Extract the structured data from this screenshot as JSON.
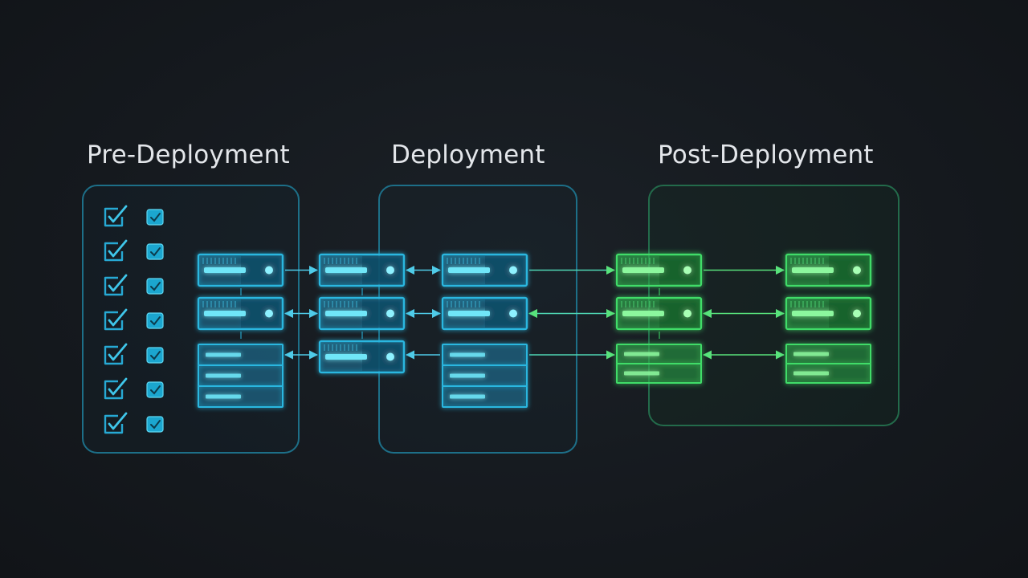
{
  "phases": [
    {
      "title": "Pre-Deployment"
    },
    {
      "title": "Deployment"
    },
    {
      "title": "Post-Deployment"
    }
  ],
  "colors": {
    "background": "#15191e",
    "title_text": "#e3e6ea",
    "deploy_accent": "#29b7e0",
    "deploy_bright": "#5ee4f7",
    "post_accent": "#3fdc67",
    "post_bright": "#8cf79e",
    "box_border_blue": "#1f6f8a",
    "box_border_green": "#2a7a55"
  },
  "diagram": {
    "checklist_items": 7,
    "groups": [
      {
        "id": "pre",
        "color": "blue"
      },
      {
        "id": "deploy",
        "color": "blue"
      },
      {
        "id": "post",
        "color": "green"
      }
    ],
    "columns": [
      {
        "id": "col1",
        "color": "blue",
        "nodes": [
          "server",
          "server",
          "stack"
        ]
      },
      {
        "id": "col2",
        "color": "blue",
        "nodes": [
          "server",
          "server",
          "server"
        ]
      },
      {
        "id": "col3",
        "color": "blue",
        "nodes": [
          "server",
          "server",
          "stack"
        ]
      },
      {
        "id": "col4",
        "color": "green",
        "nodes": [
          "server",
          "server",
          "stack"
        ]
      },
      {
        "id": "col5",
        "color": "green",
        "nodes": [
          "server",
          "server",
          "stack"
        ]
      }
    ],
    "connectors": [
      {
        "from": "col1",
        "to": "col2",
        "row": 0,
        "direction": "forward"
      },
      {
        "from": "col1",
        "to": "col2",
        "row": 1,
        "direction": "both"
      },
      {
        "from": "col1",
        "to": "col2",
        "row": 2,
        "direction": "both"
      },
      {
        "from": "col2",
        "to": "col3",
        "row": 0,
        "direction": "both"
      },
      {
        "from": "col2",
        "to": "col3",
        "row": 1,
        "direction": "both"
      },
      {
        "from": "col2",
        "to": "col3",
        "row": 2,
        "direction": "back"
      },
      {
        "from": "col3",
        "to": "col4",
        "row": 0,
        "direction": "forward"
      },
      {
        "from": "col3",
        "to": "col4",
        "row": 1,
        "direction": "both"
      },
      {
        "from": "col3",
        "to": "col4",
        "row": 2,
        "direction": "forward"
      },
      {
        "from": "col4",
        "to": "col5",
        "row": 0,
        "direction": "forward"
      },
      {
        "from": "col4",
        "to": "col5",
        "row": 1,
        "direction": "both"
      },
      {
        "from": "col4",
        "to": "col5",
        "row": 2,
        "direction": "both"
      }
    ]
  }
}
